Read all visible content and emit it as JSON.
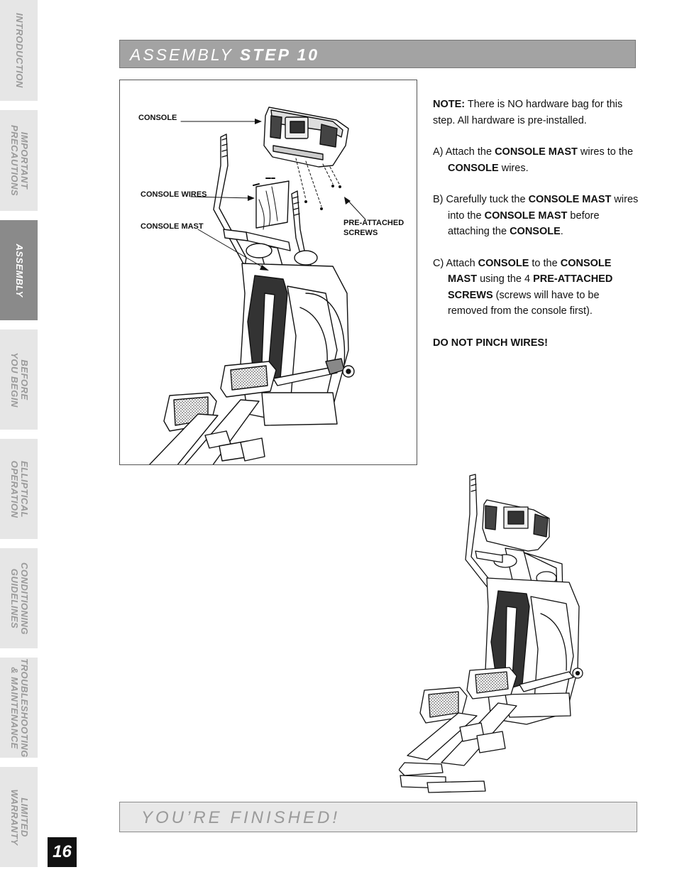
{
  "sidebar": {
    "tabs": [
      {
        "label": "INTRODUCTION",
        "active": false
      },
      {
        "label": "IMPORTANT\nPRECAUTIONS",
        "active": false
      },
      {
        "label": "ASSEMBLY",
        "active": true
      },
      {
        "label": "BEFORE\nYOU BEGIN",
        "active": false
      },
      {
        "label": "ELLIPTICAL\nOPERATION",
        "active": false
      },
      {
        "label": "CONDITIONING\nGUIDELINES",
        "active": false
      },
      {
        "label": "TROUBLESHOOTING\n& MAINTENANCE",
        "active": false
      },
      {
        "label": "LIMITED\nWARRANTY",
        "active": false
      }
    ]
  },
  "header": {
    "prefix": "ASSEMBLY",
    "step": "STEP 10"
  },
  "figure": {
    "labels": {
      "console": "CONSOLE",
      "console_wires": "CONSOLE WIRES",
      "console_mast": "CONSOLE MAST",
      "screws": "PRE-ATTACHED\nSCREWS"
    }
  },
  "instructions": {
    "note_label": "NOTE:",
    "note_text": " There is NO hardware bag for this step. All hardware is pre-installed.",
    "a": {
      "t1": "A) Attach the ",
      "b1": "CONSOLE MAST",
      "t2": " wires to the ",
      "b2": "CONSOLE",
      "t3": " wires."
    },
    "b": {
      "t1": "B) Carefully tuck the ",
      "b1": "CONSOLE MAST",
      "t2": " wires into the ",
      "b2": "CONSOLE MAST",
      "t3": " before attaching the ",
      "b3": "CONSOLE",
      "t4": "."
    },
    "c": {
      "t1": "C) Attach ",
      "b1": "CONSOLE",
      "t2": " to the ",
      "b2": "CONSOLE MAST",
      "t3": " using the 4 ",
      "b3": "PRE-ATTACHED SCREWS",
      "t4": " (screws will have to be removed from the console first)."
    },
    "warning": "DO NOT PINCH WIRES!"
  },
  "footer": {
    "text": "YOU’RE FINISHED!"
  },
  "page_number": "16",
  "colors": {
    "header_bar": "#a3a3a3",
    "active_tab": "#8a8a8a",
    "inactive_tab": "#e6e6e6",
    "footer_bar": "#e8e8e8"
  }
}
